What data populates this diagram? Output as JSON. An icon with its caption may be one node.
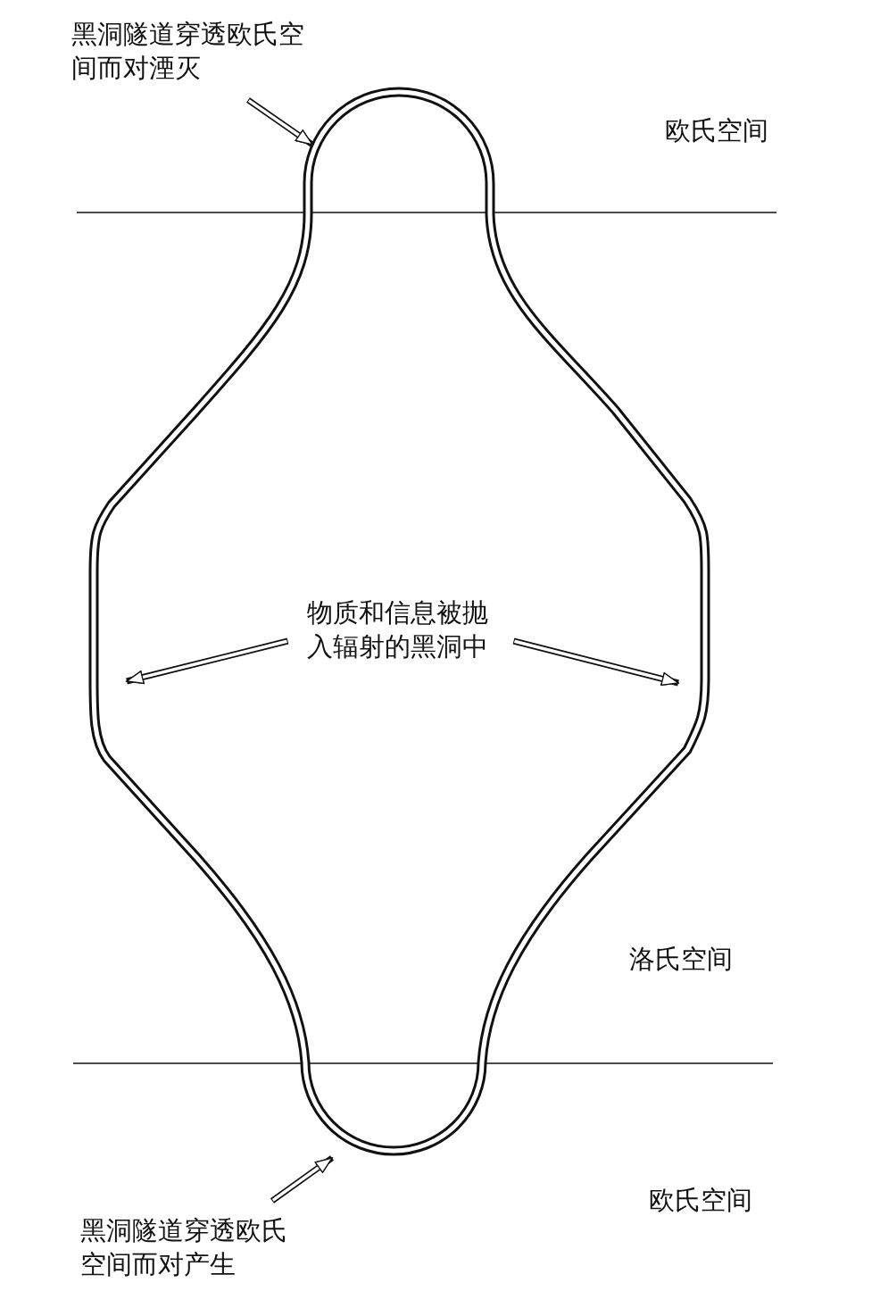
{
  "diagram": {
    "nodes": [
      {
        "text": [
          "黑洞隧道穿透欧氏空间而对湮灭"
        ]
      },
      {
        "text": [],
        "shape": "tube"
      },
      {
        "text": [
          "物质和信息被抛入辐射的黑洞中"
        ],
        "in": 1
      },
      {
        "text": [
          "黑洞隧道穿透欧氏空间而对产生"
        ]
      }
    ],
    "edges": [
      {
        "from": 0,
        "to": 1,
        "arrow": "to"
      },
      {
        "from": 2,
        "to": 1,
        "arrow": "to"
      },
      {
        "from": 2,
        "to": 1,
        "arrow": "to"
      },
      {
        "from": 3,
        "to": 1,
        "arrow": "to"
      }
    ],
    "labels": [
      "欧氏空间",
      "洛氏空间",
      "欧氏空间"
    ]
  }
}
